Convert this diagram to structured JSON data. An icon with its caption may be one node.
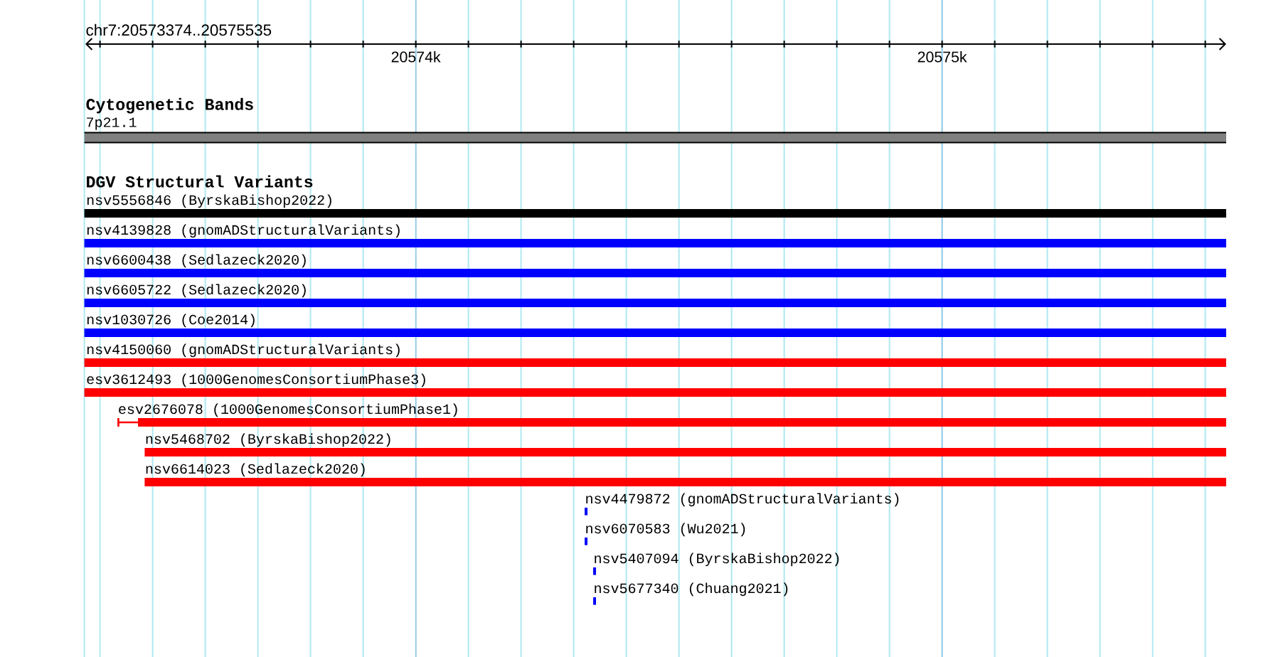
{
  "diagram": {
    "nodes": [
      {
        "text": [
          "7p21.1"
        ]
      },
      {
        "text": [
          "nsv5556846 (ByrskaBishop2022)"
        ]
      },
      {
        "text": [
          "nsv4139828 (gnomADStructuralVariants)"
        ]
      },
      {
        "text": [
          "nsv6600438 (Sedlazeck2020)"
        ]
      },
      {
        "text": [
          "nsv6605722 (Sedlazeck2020)"
        ]
      },
      {
        "text": [
          "nsv1030726 (Coe2014)"
        ]
      },
      {
        "text": [
          "nsv4150060 (gnomADStructuralVariants)"
        ]
      },
      {
        "text": [
          "esv3612493 (1000GenomesConsortiumPhase3)"
        ]
      },
      {
        "text": [
          "esv2676078 (1000GenomesConsortiumPhase1)"
        ]
      },
      {
        "text": [
          "nsv5468702 (ByrskaBishop2022)"
        ]
      },
      {
        "text": [
          "nsv6614023 (Sedlazeck2020)"
        ]
      },
      {
        "text": [
          "nsv4479872 (gnomADStructuralVariants)"
        ]
      },
      {
        "text": [
          "nsv6070583 (Wu2021)"
        ]
      },
      {
        "text": [
          "nsv5407094 (ByrskaBishop2022)"
        ]
      },
      {
        "text": [
          "nsv5677340 (Chuang2021)"
        ]
      }
    ],
    "labels": [
      "chr7:20573374..20575535",
      "20574k",
      "20575k",
      "Cytogenetic Bands",
      "DGV Structural Variants"
    ]
  }
}
